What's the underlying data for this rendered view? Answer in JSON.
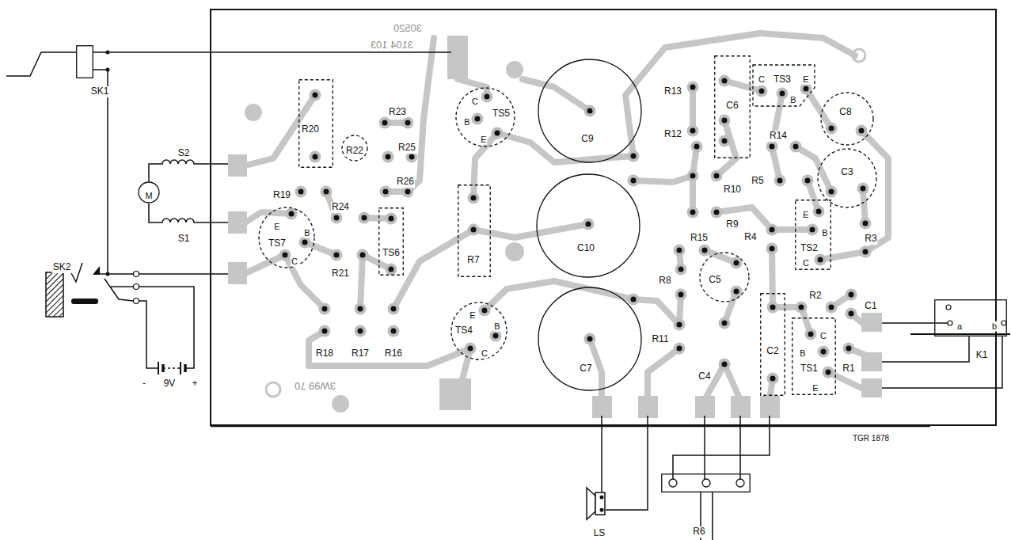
{
  "diagram": {
    "nodes": [
      {
        "text": [
          "SK1"
        ]
      },
      {
        "text": [
          "C",
          "TS5",
          "B",
          "E"
        ]
      },
      {
        "text": [
          "C9"
        ]
      },
      {
        "text": [
          "C6"
        ]
      },
      {
        "text": [
          "C",
          "TS3",
          "E",
          "B"
        ]
      },
      {
        "text": [
          "C8"
        ]
      },
      {
        "text": [
          "R20"
        ]
      },
      {
        "text": [
          "R22"
        ]
      },
      {
        "text": [
          "C3"
        ]
      },
      {
        "text": [
          "C10"
        ]
      },
      {
        "text": [
          "M"
        ]
      },
      {
        "text": [
          "E",
          "B",
          "TS7",
          "C"
        ]
      },
      {
        "text": [
          "TS6"
        ]
      },
      {
        "text": [
          "R7"
        ]
      },
      {
        "text": [
          "E",
          "B",
          "TS2",
          "C"
        ]
      },
      {
        "text": [
          "C5"
        ]
      },
      {
        "text": [
          "C2"
        ]
      },
      {
        "text": [
          "C",
          "B",
          "TS1",
          "E"
        ]
      },
      {
        "text": [
          "E",
          "B",
          "TS4",
          "C"
        ]
      },
      {
        "text": [
          "C7"
        ]
      },
      {
        "text": [
          "R6"
        ]
      },
      {
        "text": [
          "a",
          "b",
          "K1"
        ]
      }
    ],
    "labels": [
      "30520",
      "3104 103",
      "R23",
      "S2",
      "R25",
      "R26",
      "R19",
      "R24",
      "S1",
      "SK2",
      "R21",
      "R18",
      "R17",
      "R16",
      "9V",
      "-",
      "+",
      "3W99 70",
      "R13",
      "R12",
      "R14",
      "R10",
      "R5",
      "R9",
      "R15",
      "R4",
      "R3",
      "R8",
      "C1",
      "R2",
      "R11",
      "R1",
      "C4",
      "TGR 1878",
      "LS"
    ]
  }
}
